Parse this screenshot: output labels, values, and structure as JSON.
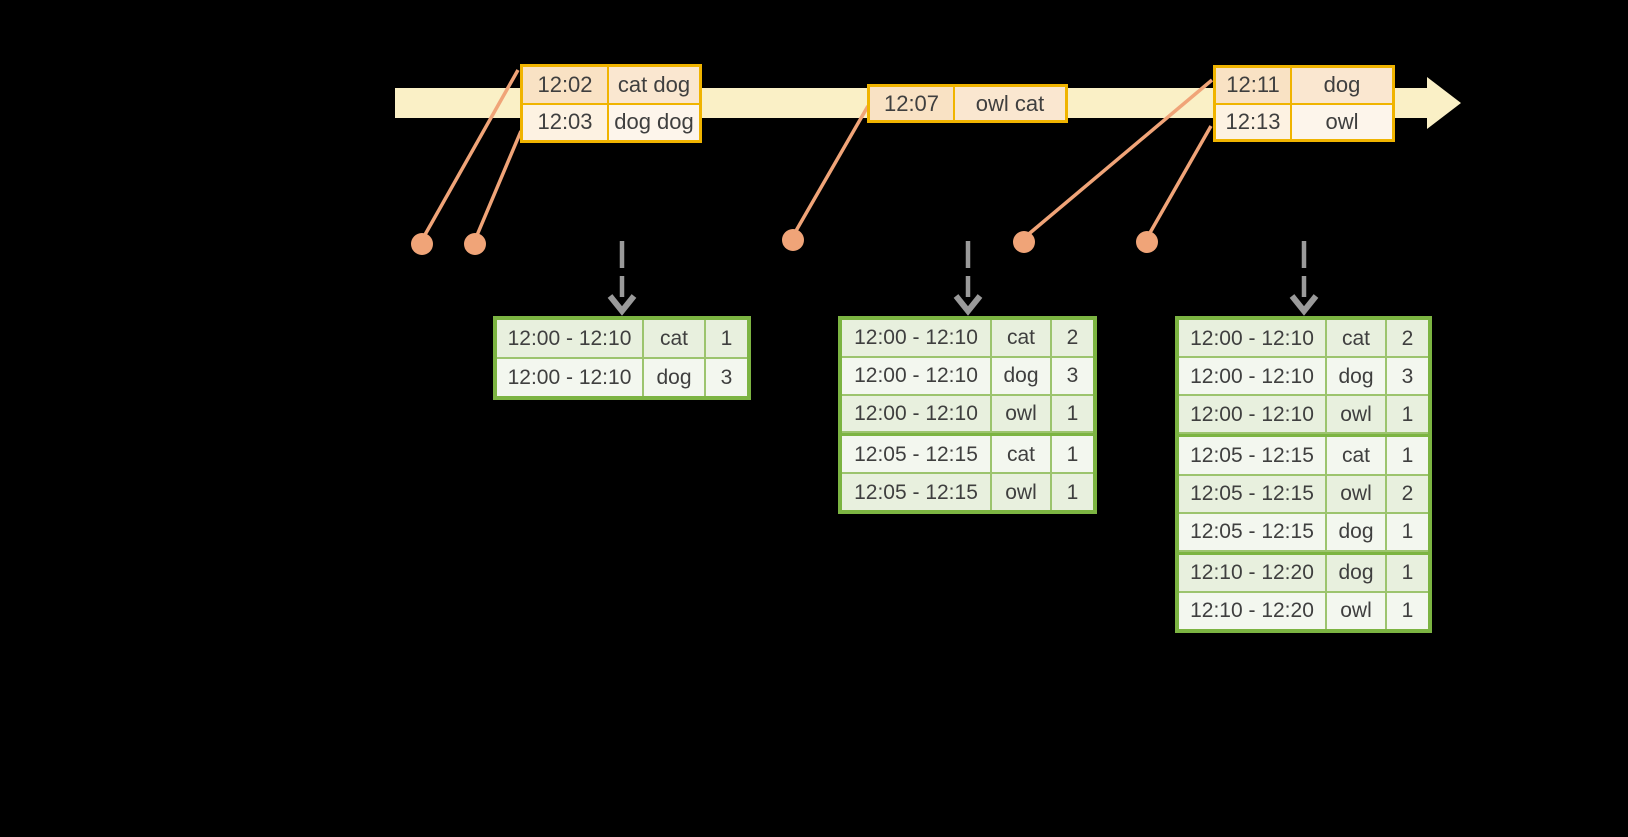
{
  "diagram": {
    "background": "#000000",
    "description_colors": {
      "timeline_band": "#faf0c6",
      "event_border": "#f0b400",
      "event_time_fill": "#f9e2c4",
      "event_word_fill": "#fae7d0",
      "event_alt_fill": "#fdf5eb",
      "dot_and_line": "#f0a478",
      "trigger_arrow": "#9a9a9a",
      "table_border": "#7cb442",
      "table_divider": "#9cc46e",
      "table_row_dark": "#e8f0de",
      "table_row_light": "#f3f7ef",
      "text": "#3f3f3f"
    }
  },
  "timeline": {
    "events": [
      {
        "time": "12:02",
        "words": "cat dog"
      },
      {
        "time": "12:03",
        "words": "dog dog"
      },
      {
        "time": "12:07",
        "words": "owl cat"
      },
      {
        "time": "12:11",
        "words": "dog"
      },
      {
        "time": "12:13",
        "words": "owl"
      }
    ]
  },
  "result_tables": [
    {
      "rows": [
        {
          "window": "12:00 - 12:10",
          "word": "cat",
          "count": "1"
        },
        {
          "window": "12:00 - 12:10",
          "word": "dog",
          "count": "3"
        }
      ]
    },
    {
      "rows": [
        {
          "window": "12:00 - 12:10",
          "word": "cat",
          "count": "2"
        },
        {
          "window": "12:00 - 12:10",
          "word": "dog",
          "count": "3"
        },
        {
          "window": "12:00 - 12:10",
          "word": "owl",
          "count": "1"
        },
        {
          "window": "12:05 - 12:15",
          "word": "cat",
          "count": "1"
        },
        {
          "window": "12:05 - 12:15",
          "word": "owl",
          "count": "1"
        }
      ]
    },
    {
      "rows": [
        {
          "window": "12:00 - 12:10",
          "word": "cat",
          "count": "2"
        },
        {
          "window": "12:00 - 12:10",
          "word": "dog",
          "count": "3"
        },
        {
          "window": "12:00 - 12:10",
          "word": "owl",
          "count": "1"
        },
        {
          "window": "12:05 - 12:15",
          "word": "cat",
          "count": "1"
        },
        {
          "window": "12:05 - 12:15",
          "word": "owl",
          "count": "2"
        },
        {
          "window": "12:05 - 12:15",
          "word": "dog",
          "count": "1"
        },
        {
          "window": "12:10 - 12:20",
          "word": "dog",
          "count": "1"
        },
        {
          "window": "12:10 - 12:20",
          "word": "owl",
          "count": "1"
        }
      ]
    }
  ]
}
